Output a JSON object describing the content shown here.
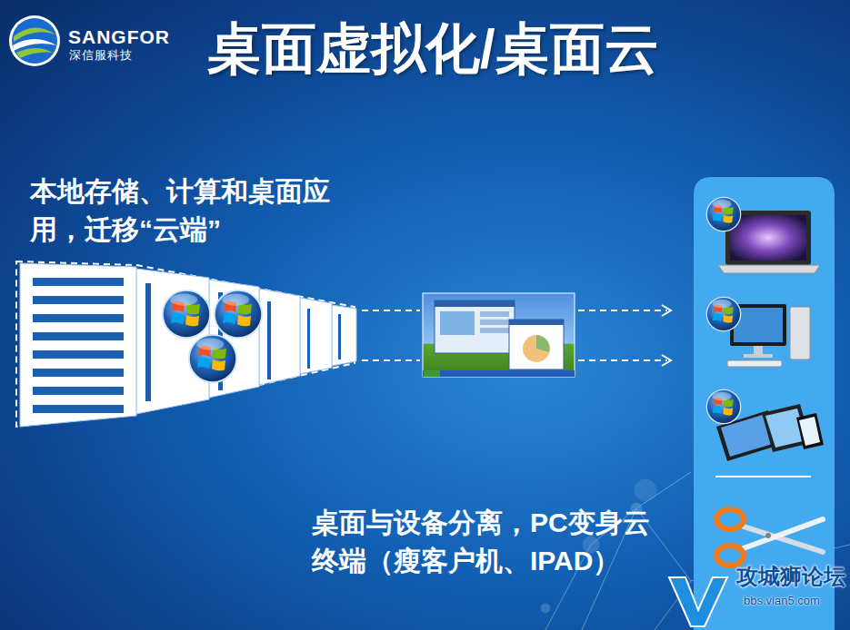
{
  "diagram": {
    "title": "桌面虚拟化/桌面云",
    "labels": [
      "SANGFOR",
      "深信服科技",
      "本地存储、计算和桌面应用，迁移“云端”",
      "桌面与设备分离，PC变身云终端（瘦客户机、IPAD）",
      "攻城狮论坛",
      "bbs.vlan5.com"
    ]
  }
}
